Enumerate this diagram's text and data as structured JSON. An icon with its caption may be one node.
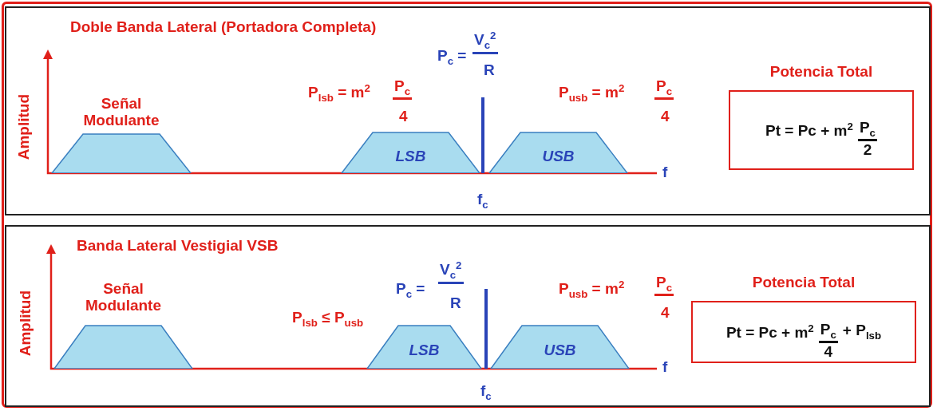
{
  "diagram": {
    "nodes": [
      {
        "text": [
          "Doble Banda Lateral (Portadora Completa)"
        ]
      },
      {
        "text": [
          "Señal Modulante"
        ],
        "in": 0
      },
      {
        "text": [
          "LSB"
        ],
        "in": 0
      },
      {
        "text": [
          "USB"
        ],
        "in": 0
      },
      {
        "text": [
          "Potencia Total",
          "Pt = Pc + m$^{2}$",
          "P$_{c}$",
          "2"
        ],
        "in": 0
      },
      {
        "text": [
          "Banda Lateral Vestigial VSB"
        ]
      },
      {
        "text": [
          "Señal Modulante"
        ],
        "in": 5
      },
      {
        "text": [
          "LSB"
        ],
        "in": 5
      },
      {
        "text": [
          "USB"
        ],
        "in": 5
      },
      {
        "text": [
          "Potencia Total",
          "Pt = Pc + m$^{2}$",
          "P$_{c}$",
          "4",
          "+ P$_{lsb}$"
        ],
        "in": 5
      }
    ],
    "labels": [
      "Amplitud",
      "P$_{c}$ =",
      "V$_{c}$$^{2}$",
      "R",
      "P$_{lsb}$ = m$^{2}$",
      "P$_{c}$",
      "4",
      "P$_{usb}$ = m$^{2}$",
      "P$_{c}$",
      "4",
      "f",
      "f$_{c}$",
      "Amplitud",
      "P$_{c}$ =",
      "V$_{c}$$^{2}$",
      "R",
      "P$_{lsb}$ ≤ P$_{usb}$",
      "P$_{usb}$ = m$^{2}$",
      "P$_{c}$",
      "4",
      "f",
      "f$_{c}$"
    ]
  }
}
